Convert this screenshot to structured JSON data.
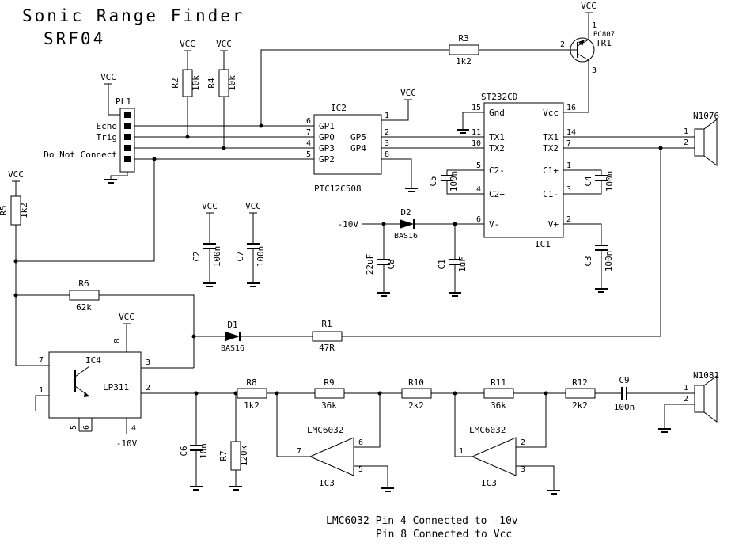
{
  "labels": {
    "title": "Sonic Range Finder",
    "subtitle": "SRF04",
    "vcc": "VCC",
    "neg10": "-10V",
    "note1": "LMC6032 Pin 4 Connected to -10v",
    "note2": "Pin 8 Connected to Vcc"
  },
  "pl1": {
    "ref": "PL1",
    "echo": "Echo",
    "trig": "Trig",
    "dnc": "Do Not Connect"
  },
  "ic2": {
    "ref": "IC2",
    "part": "PIC12C508",
    "gp1": "GP1",
    "gp0": "GP0",
    "gp3": "GP3",
    "gp2": "GP2",
    "gp5": "GP5",
    "gp4": "GP4",
    "p1": "1",
    "p2": "2",
    "p3": "3",
    "p4": "4",
    "p5": "5",
    "p6": "6",
    "p7": "7",
    "p8": "8"
  },
  "ic1": {
    "ref": "IC1",
    "part": "ST232CD",
    "gnd": "Gnd",
    "vcc": "Vcc",
    "tx1": "TX1",
    "tx2": "TX2",
    "c2m": "C2-",
    "c2p": "C2+",
    "vm": "V-",
    "c1p": "C1+",
    "c1m": "C1-",
    "vp": "V+",
    "p15": "15",
    "p16": "16",
    "p11": "11",
    "p14": "14",
    "p10": "10",
    "p7": "7",
    "p5": "5",
    "p4": "4",
    "p6": "6",
    "p1": "1",
    "p3": "3",
    "p2": "2"
  },
  "ic4": {
    "ref": "IC4",
    "part": "LP311",
    "p7": "7",
    "p1": "1",
    "p3": "3",
    "p2": "2",
    "p5": "5",
    "p6": "6",
    "p4": "4",
    "p8": "8"
  },
  "ic3a": {
    "ref": "IC3",
    "part": "LMC6032",
    "p7": "7",
    "p6": "6",
    "p5": "5"
  },
  "ic3b": {
    "ref": "IC3",
    "part": "LMC6032",
    "p1": "1",
    "p2": "2",
    "p3": "3"
  },
  "tr1": {
    "ref": "TR1",
    "part": "BC807",
    "p1": "1",
    "p2": "2",
    "p3": "3"
  },
  "n1076": {
    "ref": "N1076",
    "p1": "1",
    "p2": "2"
  },
  "n1081": {
    "ref": "N1081",
    "p1": "1",
    "p2": "2"
  },
  "r1": {
    "ref": "R1",
    "val": "47R"
  },
  "r2": {
    "ref": "R2",
    "val": "10k"
  },
  "r3": {
    "ref": "R3",
    "val": "1k2"
  },
  "r4": {
    "ref": "R4",
    "val": "10k"
  },
  "r5": {
    "ref": "R5",
    "val": "1k2"
  },
  "r6": {
    "ref": "R6",
    "val": "62k"
  },
  "r7": {
    "ref": "R7",
    "val": "120k"
  },
  "r8": {
    "ref": "R8",
    "val": "1k2"
  },
  "r9": {
    "ref": "R9",
    "val": "36k"
  },
  "r10": {
    "ref": "R10",
    "val": "2k2"
  },
  "r11": {
    "ref": "R11",
    "val": "36k"
  },
  "r12": {
    "ref": "R12",
    "val": "2k2"
  },
  "c1": {
    "ref": "C1",
    "val": "1uF"
  },
  "c2": {
    "ref": "C2",
    "val": "100n"
  },
  "c3": {
    "ref": "C3",
    "val": "100n"
  },
  "c4": {
    "ref": "C4",
    "val": "100n"
  },
  "c5": {
    "ref": "C5",
    "val": "100n"
  },
  "c6": {
    "ref": "C6",
    "val": "10n"
  },
  "c7": {
    "ref": "C7",
    "val": "100n"
  },
  "c8": {
    "ref": "C8",
    "val": "22uF"
  },
  "c9": {
    "ref": "C9",
    "val": "100n"
  },
  "d1": {
    "ref": "D1",
    "val": "BAS16"
  },
  "d2": {
    "ref": "D2",
    "val": "BAS16"
  }
}
